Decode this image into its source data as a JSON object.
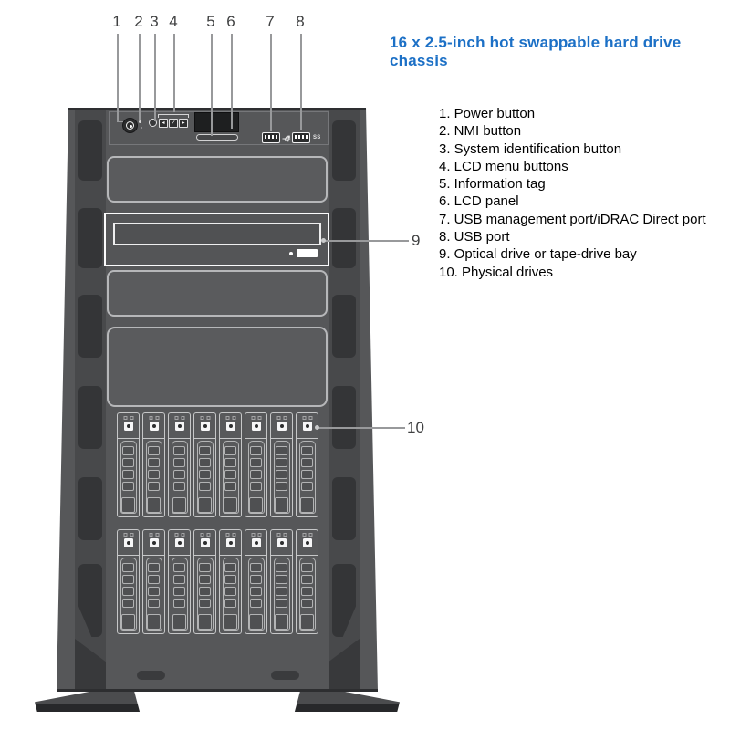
{
  "title": {
    "text": "16 x 2.5-inch hot swappable hard drive chassis"
  },
  "legend": {
    "items": [
      "1. Power button",
      "2. NMI button",
      "3. System identification button",
      "4. LCD menu buttons",
      "5. Information tag",
      "6. LCD panel",
      "7. USB management port/iDRAC Direct port",
      "8. USB port",
      "9. Optical drive or tape-drive bay",
      "10. Physical drives"
    ]
  },
  "callouts": {
    "top": [
      "1",
      "2",
      "3",
      "4",
      "5",
      "6",
      "7",
      "8"
    ],
    "side": [
      "9",
      "10"
    ]
  },
  "icons": {
    "power": "power-symbol-ring-dot",
    "lcd_prev": "◂",
    "lcd_select": "✓",
    "lcd_next": "▸",
    "usb_management": "usb-trident-icon",
    "usb_superspeed": "SS"
  },
  "chassis": {
    "drive_rows": 2,
    "drives_per_row": 8,
    "total_drives": 16
  },
  "colors": {
    "title_blue": "#1c70c6",
    "chassis_body": "#565759",
    "chassis_rail": "#48494b",
    "rail_cutout": "#343537",
    "highlight_white": "#ffffff",
    "leader_line": "#98999b",
    "callout_text": "#3f4041"
  }
}
